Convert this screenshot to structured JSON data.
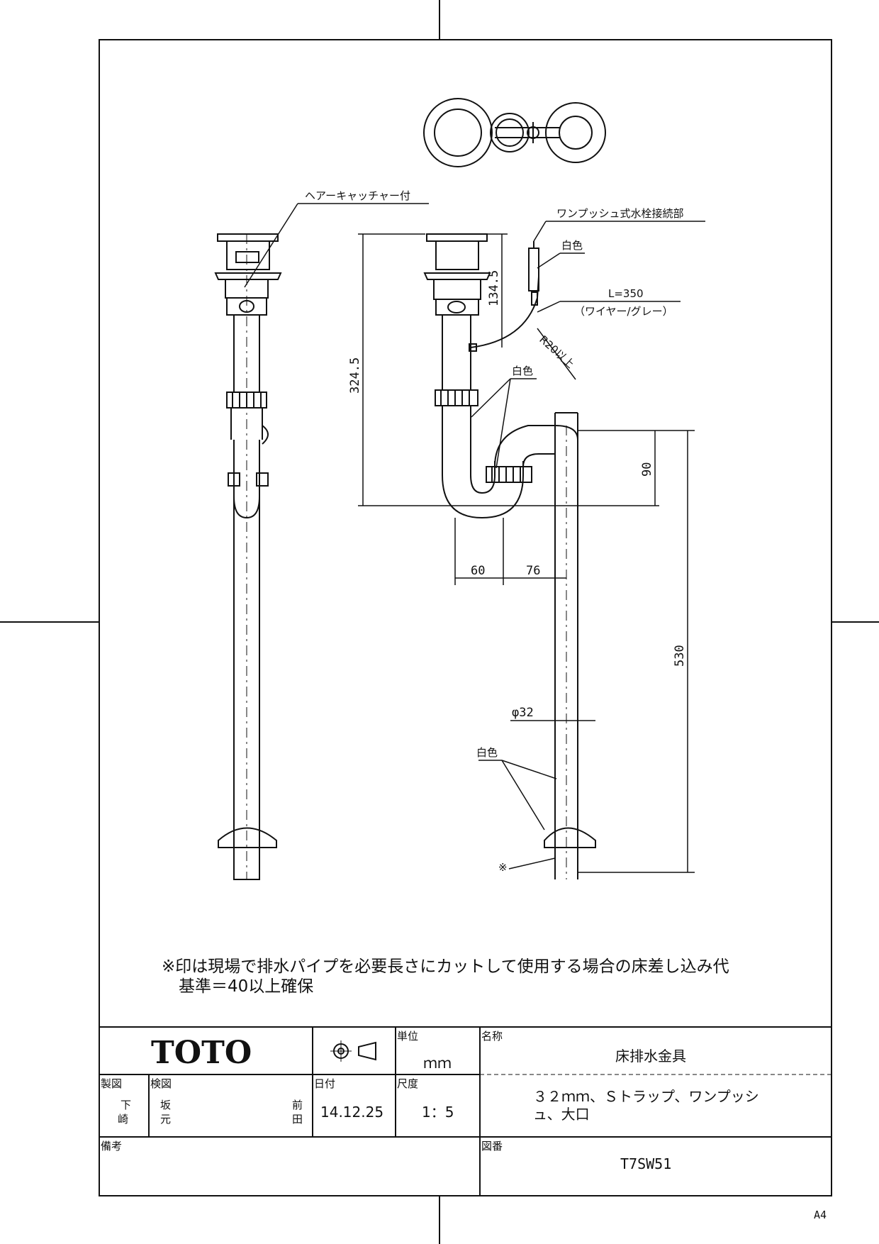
{
  "top_labels": {
    "hair_catcher": "ヘアーキャッチャー付",
    "one_push_connection": "ワンプッシュ式水栓接続部",
    "white_1": "白色",
    "white_2": "白色",
    "white_3": "白色",
    "wire_length": "L=350",
    "wire_desc": "（ワイヤー/グレー）",
    "radius": "R20以上",
    "mark": "※"
  },
  "dimensions": {
    "d_324_5": "324.5",
    "d_134_5": "134.5",
    "d_90": "90",
    "d_60": "60",
    "d_76": "76",
    "d_530": "530",
    "d_phi32": "φ32"
  },
  "note": {
    "line1": "※印は現場で排水パイプを必要長さにカットして使用する場合の床差し込み代",
    "line2": "基準＝40以上確保"
  },
  "title_block": {
    "logo": "TOTO",
    "unit_label": "単位",
    "unit_value": "ｍｍ",
    "name_label": "名称",
    "name_value": "床排水金具",
    "drawn_label": "製図",
    "drawn_value_1": "下",
    "drawn_value_2": "崎",
    "checked_label": "検図",
    "checked_value_1": "坂",
    "checked_value_2": "元",
    "checked_value_3": "前",
    "checked_value_4": "田",
    "date_label": "日付",
    "date_value": "14.12.25",
    "scale_label": "尺度",
    "scale_value": "1：5",
    "desc_line1": "３２ｍｍ、Ｓトラップ、ワンプッシ",
    "desc_line2": "ュ、大口",
    "remarks_label": "備考",
    "drawing_no_label": "図番",
    "drawing_no_value": "T7SW51",
    "paper_size": "A4"
  }
}
